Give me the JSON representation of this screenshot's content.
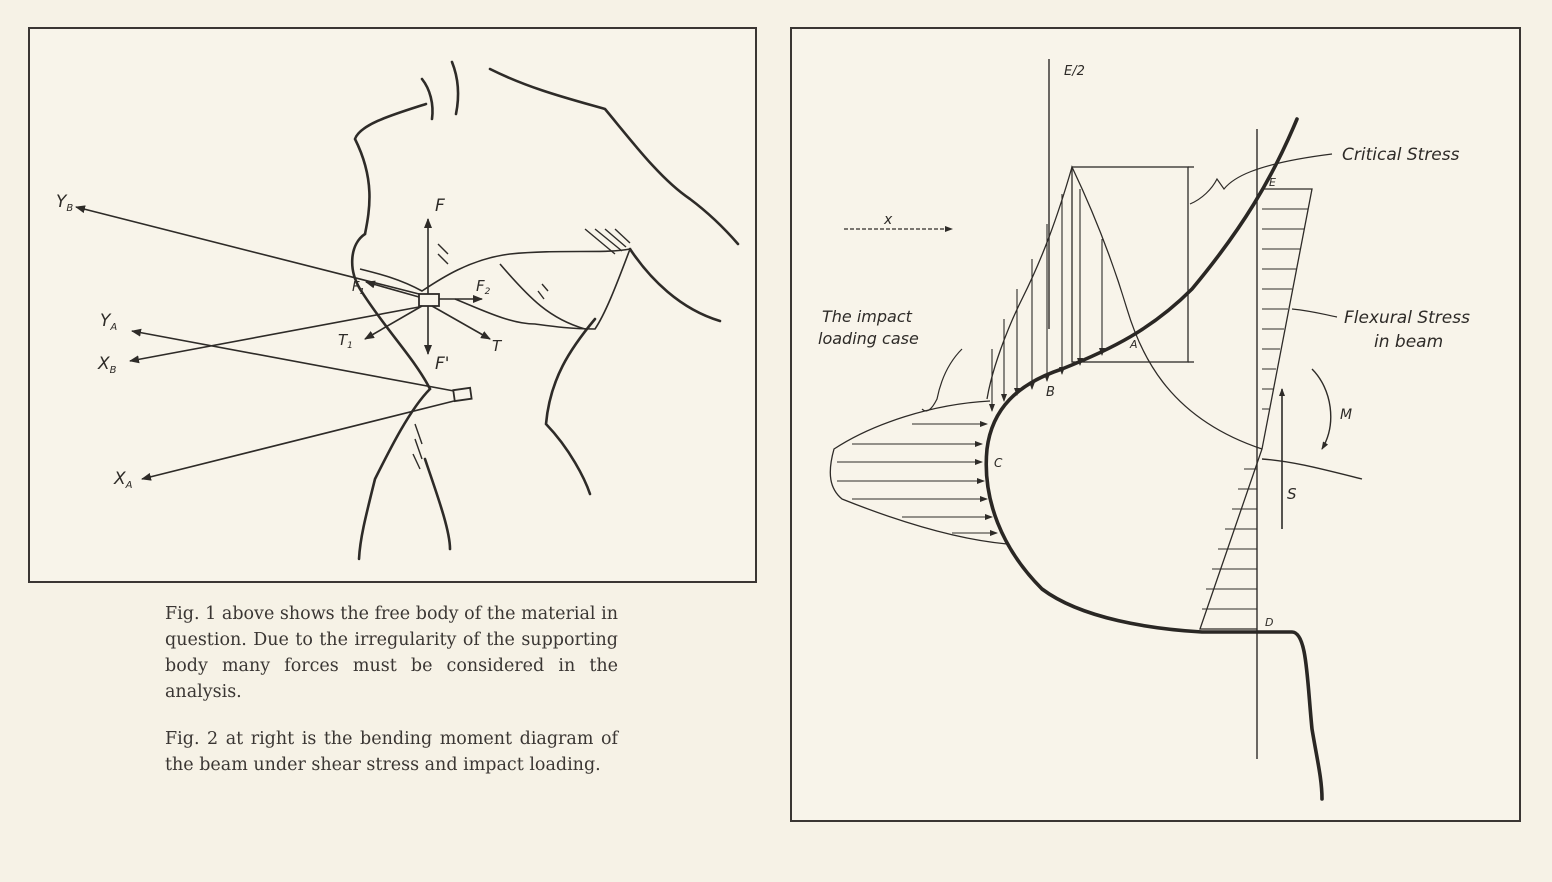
{
  "figure1": {
    "labels": {
      "yb": "Y",
      "yb_sub": "B",
      "ya": "Y",
      "ya_sub": "A",
      "xb": "X",
      "xb_sub": "B",
      "xa": "X",
      "xa_sub": "A",
      "f": "F",
      "f_prime": "F'",
      "f2": "F",
      "f2_sub": "2",
      "f1": "F",
      "f1_sub": "1",
      "t": "T",
      "t1": "T",
      "t1_sub": "1"
    }
  },
  "figure2": {
    "labels": {
      "e_half": "E/2",
      "x_axis": "x",
      "critical_stress": "Critical Stress",
      "flexural_1": "Flexural Stress",
      "flexural_2": "in beam",
      "impact_1": "The impact",
      "impact_2": "loading case",
      "point_a": "A",
      "point_b": "B",
      "point_c": "C",
      "point_d": "D",
      "point_e": "E",
      "moment": "M",
      "shear": "S"
    }
  },
  "captions": {
    "fig1": "Fig. 1 above shows the free body of the material in question. Due to the irregularity of the supporting body many forces must be considered in the analysis.",
    "fig2": "Fig. 2 at right is the bending moment diagram of the beam under shear stress and impact loading."
  }
}
